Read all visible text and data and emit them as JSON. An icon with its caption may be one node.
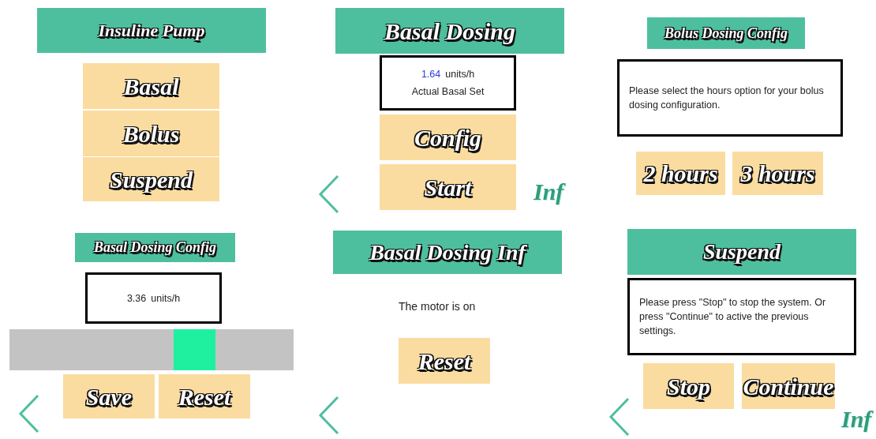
{
  "diagram": {
    "nodes": [
      {
        "text": [
          "Insuline Pump"
        ]
      },
      {
        "text": [
          "Basal"
        ]
      },
      {
        "text": [
          "Bolus"
        ]
      },
      {
        "text": [
          "Suspend"
        ]
      },
      {
        "text": [
          "Basal Dosing"
        ]
      },
      {
        "text": [
          "1.64",
          "units/h",
          "Actual Basal Set"
        ]
      },
      {
        "text": [
          "Config"
        ]
      },
      {
        "text": [
          "Start"
        ]
      },
      {
        "text": [
          "Bolus Dosing Config"
        ]
      },
      {
        "text": [
          "Please select the hours option for your bolus dosing configuration."
        ]
      },
      {
        "text": [
          "2 hours"
        ]
      },
      {
        "text": [
          "3 hours"
        ]
      },
      {
        "text": [
          "Basal Dosing Config"
        ]
      },
      {
        "text": [
          "3.36",
          "units/h"
        ]
      },
      {
        "text": [
          "Save"
        ]
      },
      {
        "text": [
          "Reset"
        ]
      },
      {
        "text": [
          "Basal Dosing Inf"
        ]
      },
      {
        "text": [
          "Reset"
        ]
      },
      {
        "text": [
          "Suspend"
        ]
      },
      {
        "text": [
          "Please press \"Stop\" to stop the system. Or press \"Continue\" to active the previous settings."
        ]
      },
      {
        "text": [
          "Stop"
        ]
      },
      {
        "text": [
          "Continue"
        ]
      }
    ],
    "labels": [
      "Inf",
      "The motor is on",
      "Inf"
    ]
  }
}
